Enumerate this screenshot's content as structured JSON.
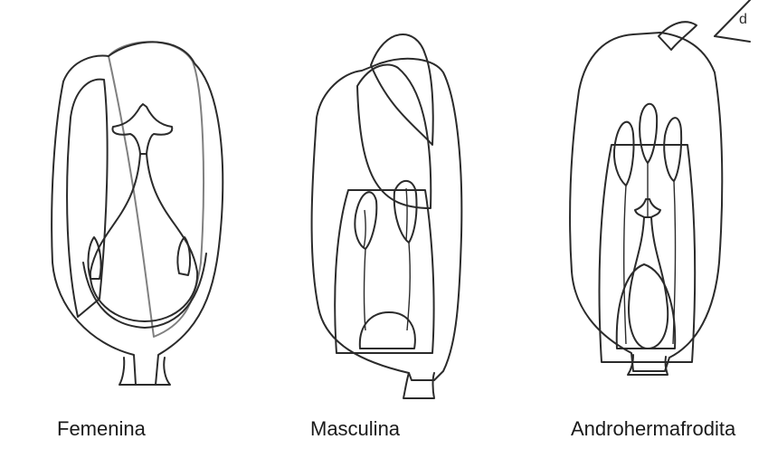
{
  "figure": {
    "flowers": [
      {
        "key": "female",
        "label": "Femenina"
      },
      {
        "key": "male",
        "label": "Masculina"
      },
      {
        "key": "hermaphrodite",
        "label": "Androhermafrodita"
      }
    ],
    "corner_mark": "d"
  },
  "colors": {
    "background": "#ffffff",
    "ink": "#2b2b2b",
    "stipple_light": "#cfcfcf",
    "stipple_dark": "#6e6e6e"
  }
}
